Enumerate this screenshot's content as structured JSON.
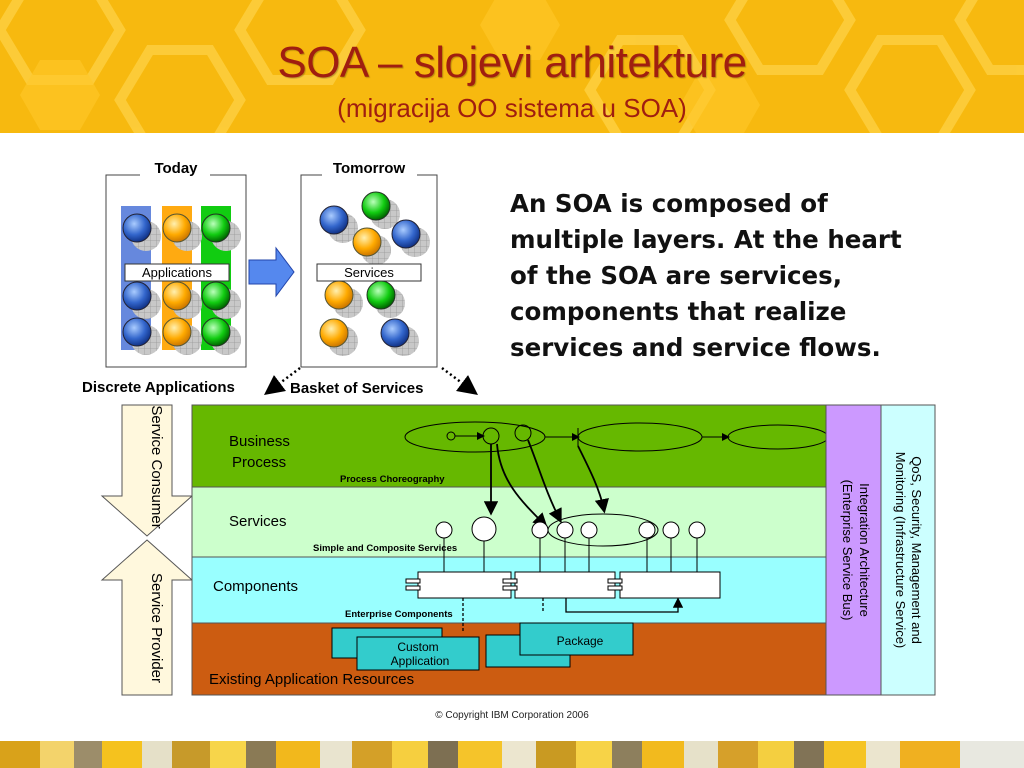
{
  "slide": {
    "title": "SOA – slojevi arhitekture",
    "subtitle": "(migracija OO sistema u SOA)",
    "intro_text": "An SOA is composed of\nmultiple layers.  At the heart\nof the SOA are services,\ncomponents that realize\nservices and service flows.",
    "copyright": "© Copyright IBM Corporation 2006"
  },
  "diagram": {
    "today_label": "Today",
    "tomorrow_label": "Tomorrow",
    "applications_label": "Applications",
    "services_box_label": "Services",
    "discrete_label": "Discrete Applications",
    "basket_label": "Basket of Services",
    "consumer_label": "Service Consumer",
    "provider_label": "Service Provider",
    "layers": {
      "business_process": "Business Process",
      "process_choreography": "Process Choreography",
      "services": "Services",
      "simple_composite": "Simple and Composite Services",
      "components": "Components",
      "enterprise_components": "Enterprise Components",
      "existing": "Existing Application Resources"
    },
    "resource_boxes": {
      "custom": "Custom Application",
      "package": "Package"
    },
    "integration_label": "Integration Architecture",
    "integration_sub": "(Enterprise Service  Bus)",
    "qos_label": "QoS, Security, Management and",
    "qos_sub": "Monitoring (Infrastructure Service)"
  },
  "colors": {
    "header_bg": "#f7b90f",
    "title_color": "#a01e10",
    "business_layer": "#66b800",
    "services_layer": "#ccffcc",
    "components_layer": "#99ffff",
    "existing_layer": "#cc5c11",
    "integration_bar": "#cc99ff",
    "qos_bar": "#ccffff"
  }
}
